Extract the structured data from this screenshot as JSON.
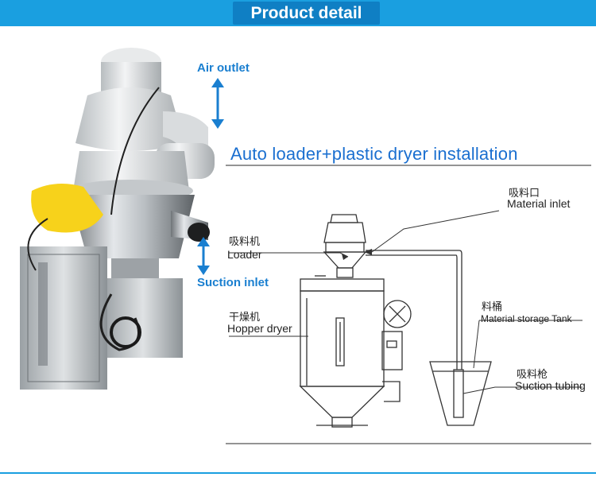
{
  "banner": {
    "title": "Product detail"
  },
  "photo_labels": {
    "air_outlet": "Air outlet",
    "suction_inlet": "Suction inlet"
  },
  "diagram": {
    "title": "Auto loader+plastic dryer installation",
    "material_inlet_cn": "吸料口",
    "material_inlet_en": "Material inlet",
    "loader_cn": "吸料机",
    "loader_en": "Loader",
    "hopper_dryer_cn": "干燥机",
    "hopper_dryer_en": "Hopper dryer",
    "storage_tank_cn": "料桶",
    "storage_tank_en": "Material storage Tank",
    "suction_tubing_cn": "吸料枪",
    "suction_tubing_en": "Suction tubing"
  },
  "colors": {
    "banner": "#1a9fe0",
    "banner_title_bg": "#0f7fc4",
    "label_blue": "#1a7fd0"
  }
}
